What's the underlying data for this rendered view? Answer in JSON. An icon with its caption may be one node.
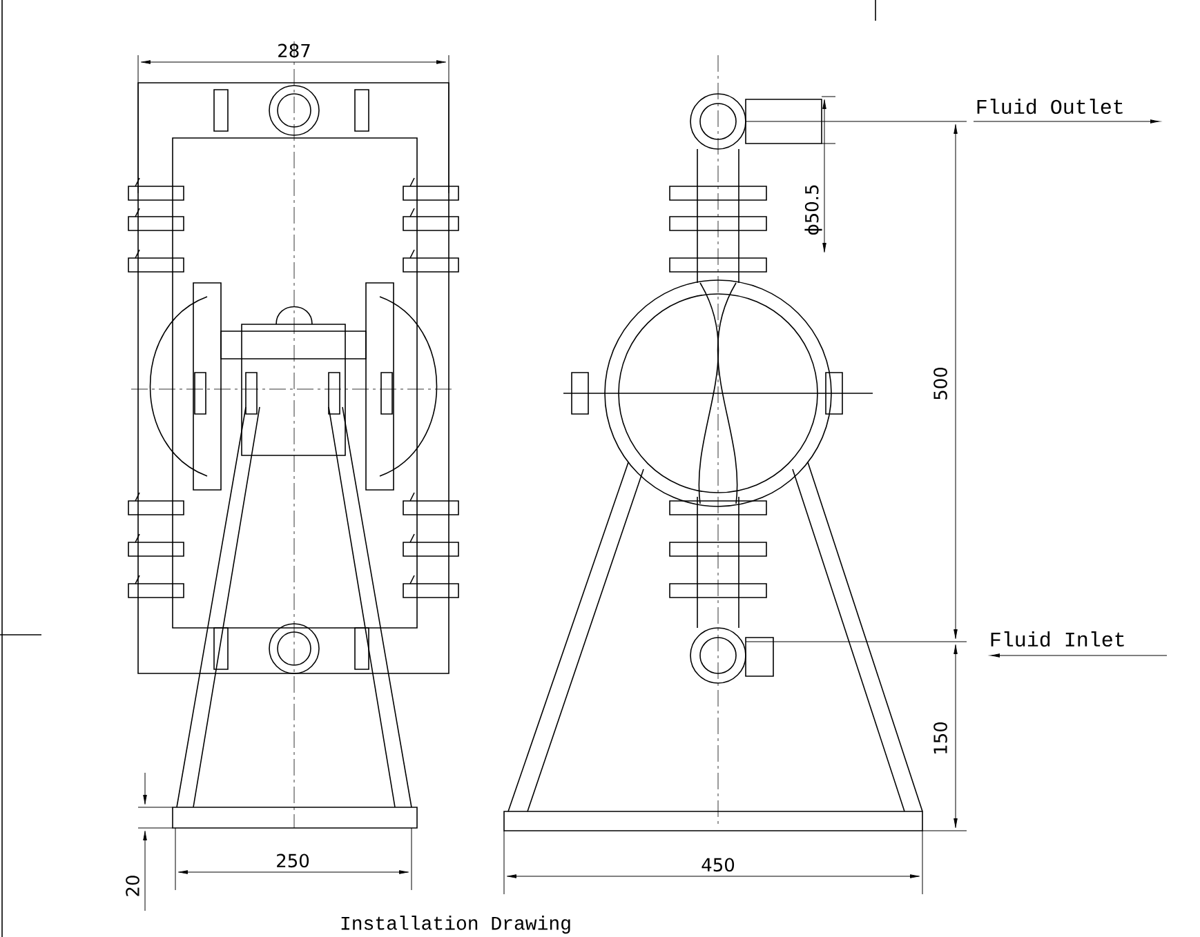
{
  "diagram": {
    "caption": "Installation Drawing",
    "labels": [
      "287",
      "ϕ50.5",
      "Fluid Outlet",
      "500",
      "Fluid Inlet",
      "150",
      "20",
      "250",
      "450"
    ]
  }
}
